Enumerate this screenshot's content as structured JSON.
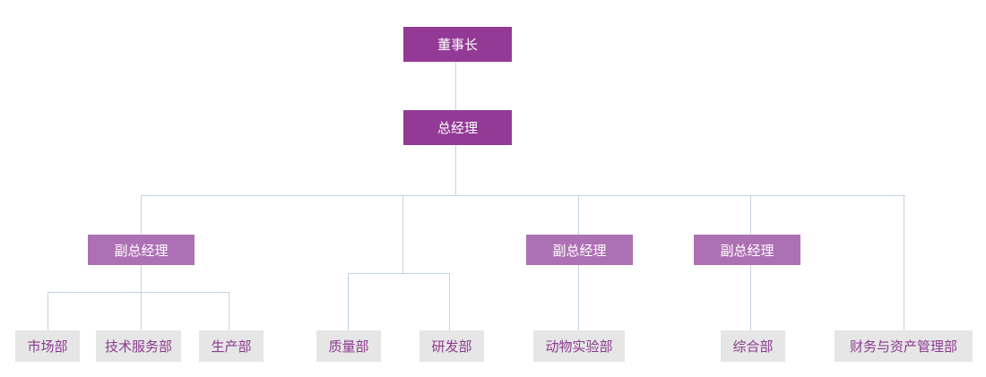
{
  "chart": {
    "top": [
      "董事长",
      "总经理"
    ],
    "vice_label": "副总经理",
    "departments": [
      "市场部",
      "技术服务部",
      "生产部",
      "质量部",
      "研发部",
      "动物实验部",
      "综合部",
      "财务与资产管理部"
    ]
  },
  "colors": {
    "top_box": "#933a97",
    "vice_box": "#ae70b4",
    "dept_box": "#e6e6e6",
    "dept_text": "#8a3b8f",
    "connector": "#c6d3df"
  }
}
